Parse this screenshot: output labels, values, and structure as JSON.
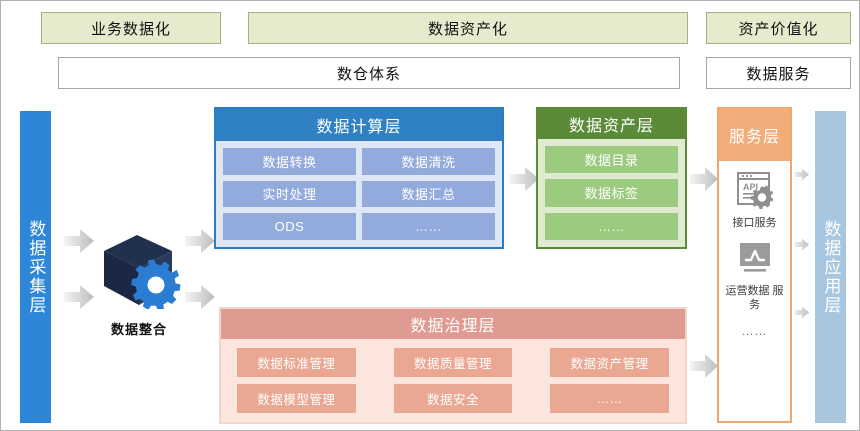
{
  "top_row": {
    "phases": [
      {
        "label": "业务数据化"
      },
      {
        "label": "数据资产化"
      },
      {
        "label": "资产价值化"
      }
    ],
    "systems": [
      {
        "label": "数仓体系"
      },
      {
        "label": "数据服务"
      }
    ]
  },
  "collect_layer": {
    "label": "数据采集层"
  },
  "integration": {
    "label": "数据整合",
    "icon": "cube-gear-icon"
  },
  "compute_layer": {
    "title": "数据计算层",
    "cells": [
      "数据转换",
      "数据清洗",
      "实时处理",
      "数据汇总",
      "ODS",
      "……"
    ]
  },
  "asset_layer": {
    "title": "数据资产层",
    "cells": [
      "数据目录",
      "数据标签",
      "……"
    ]
  },
  "governance_layer": {
    "title": "数据治理层",
    "cells": [
      "数据标准管理",
      "数据质量管理",
      "数据资产管理",
      "数据模型管理",
      "数据安全",
      "……"
    ]
  },
  "service_layer": {
    "title": "服务层",
    "items": [
      {
        "icon": "api-window-icon",
        "label": "接口服务"
      },
      {
        "icon": "monitor-chart-icon",
        "label": "运营数据\n服务"
      }
    ],
    "more": "……"
  },
  "app_layer": {
    "label": "数据应用层"
  },
  "colors": {
    "phase_fill": "#e7ebce",
    "phase_border": "#a9b07f",
    "collect_bar": "#2e86d8",
    "app_bar": "#a7c7e0",
    "compute_header": "#3080c4",
    "compute_cell": "#93aadc",
    "asset_header": "#5b8a39",
    "asset_cell": "#9ccb7f",
    "gov_header": "#df9a91",
    "gov_cell": "#eaa893",
    "service_header": "#f3ad7a",
    "cube_dark": "#1f2b4d",
    "gear_blue": "#2b7cd3",
    "arrow_gray": "#c9c9c9"
  }
}
